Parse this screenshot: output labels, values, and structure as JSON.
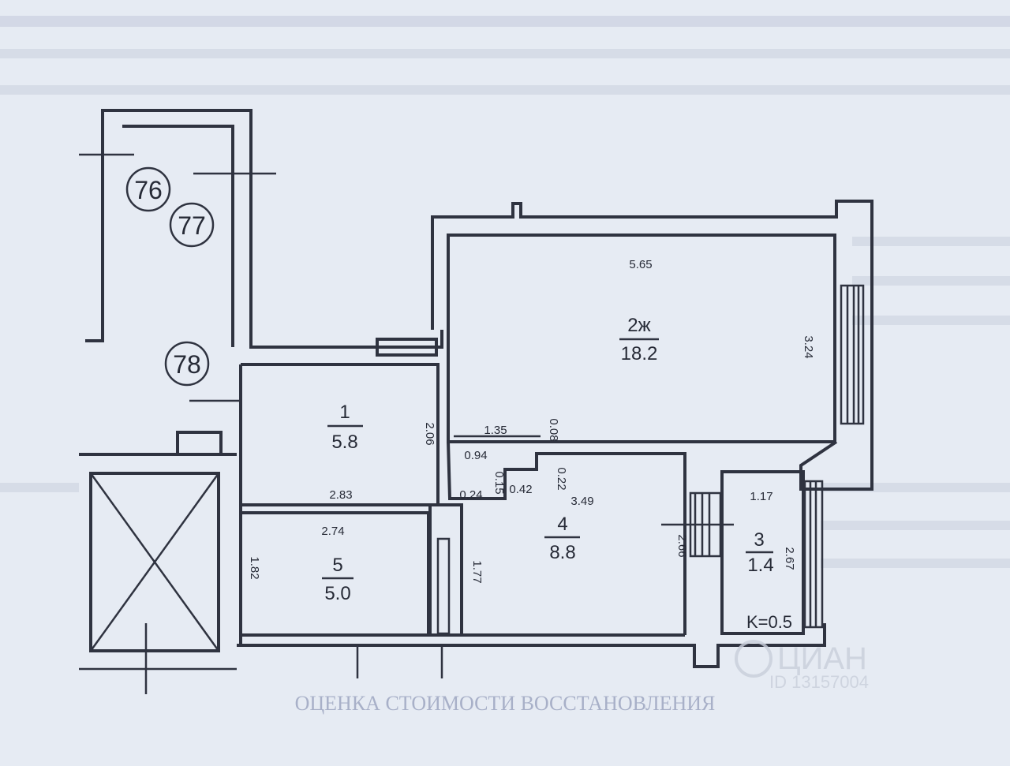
{
  "apartments": {
    "a76": "76",
    "a77": "77",
    "a78": "78"
  },
  "rooms": {
    "r1": {
      "num": "1",
      "area": "5.8"
    },
    "r2": {
      "num": "2ж",
      "area": "18.2"
    },
    "r3": {
      "num": "3",
      "area": "1.4"
    },
    "r4": {
      "num": "4",
      "area": "8.8"
    },
    "r5": {
      "num": "5",
      "area": "5.0"
    }
  },
  "dims": {
    "d565": "5.65",
    "d324": "3.24",
    "d135": "1.35",
    "d094": "0.94",
    "d024": "0.24",
    "d042": "0.42",
    "d283": "2.83",
    "d274": "2.74",
    "d349": "3.49",
    "d117": "1.17",
    "d266": "2.66",
    "d267": "2.67",
    "d182": "1.82",
    "d177": "1.77",
    "d206": "2.06",
    "d008": "0.08",
    "d022": "0.22",
    "d015": "0.15"
  },
  "coef": "K=0.5",
  "watermark": {
    "brand": "ЦИАН",
    "id": "ID 13157004"
  },
  "footer_heading": "ОЦЕНКА СТОИМОСТИ ВОССТАНОВЛЕНИЯ"
}
